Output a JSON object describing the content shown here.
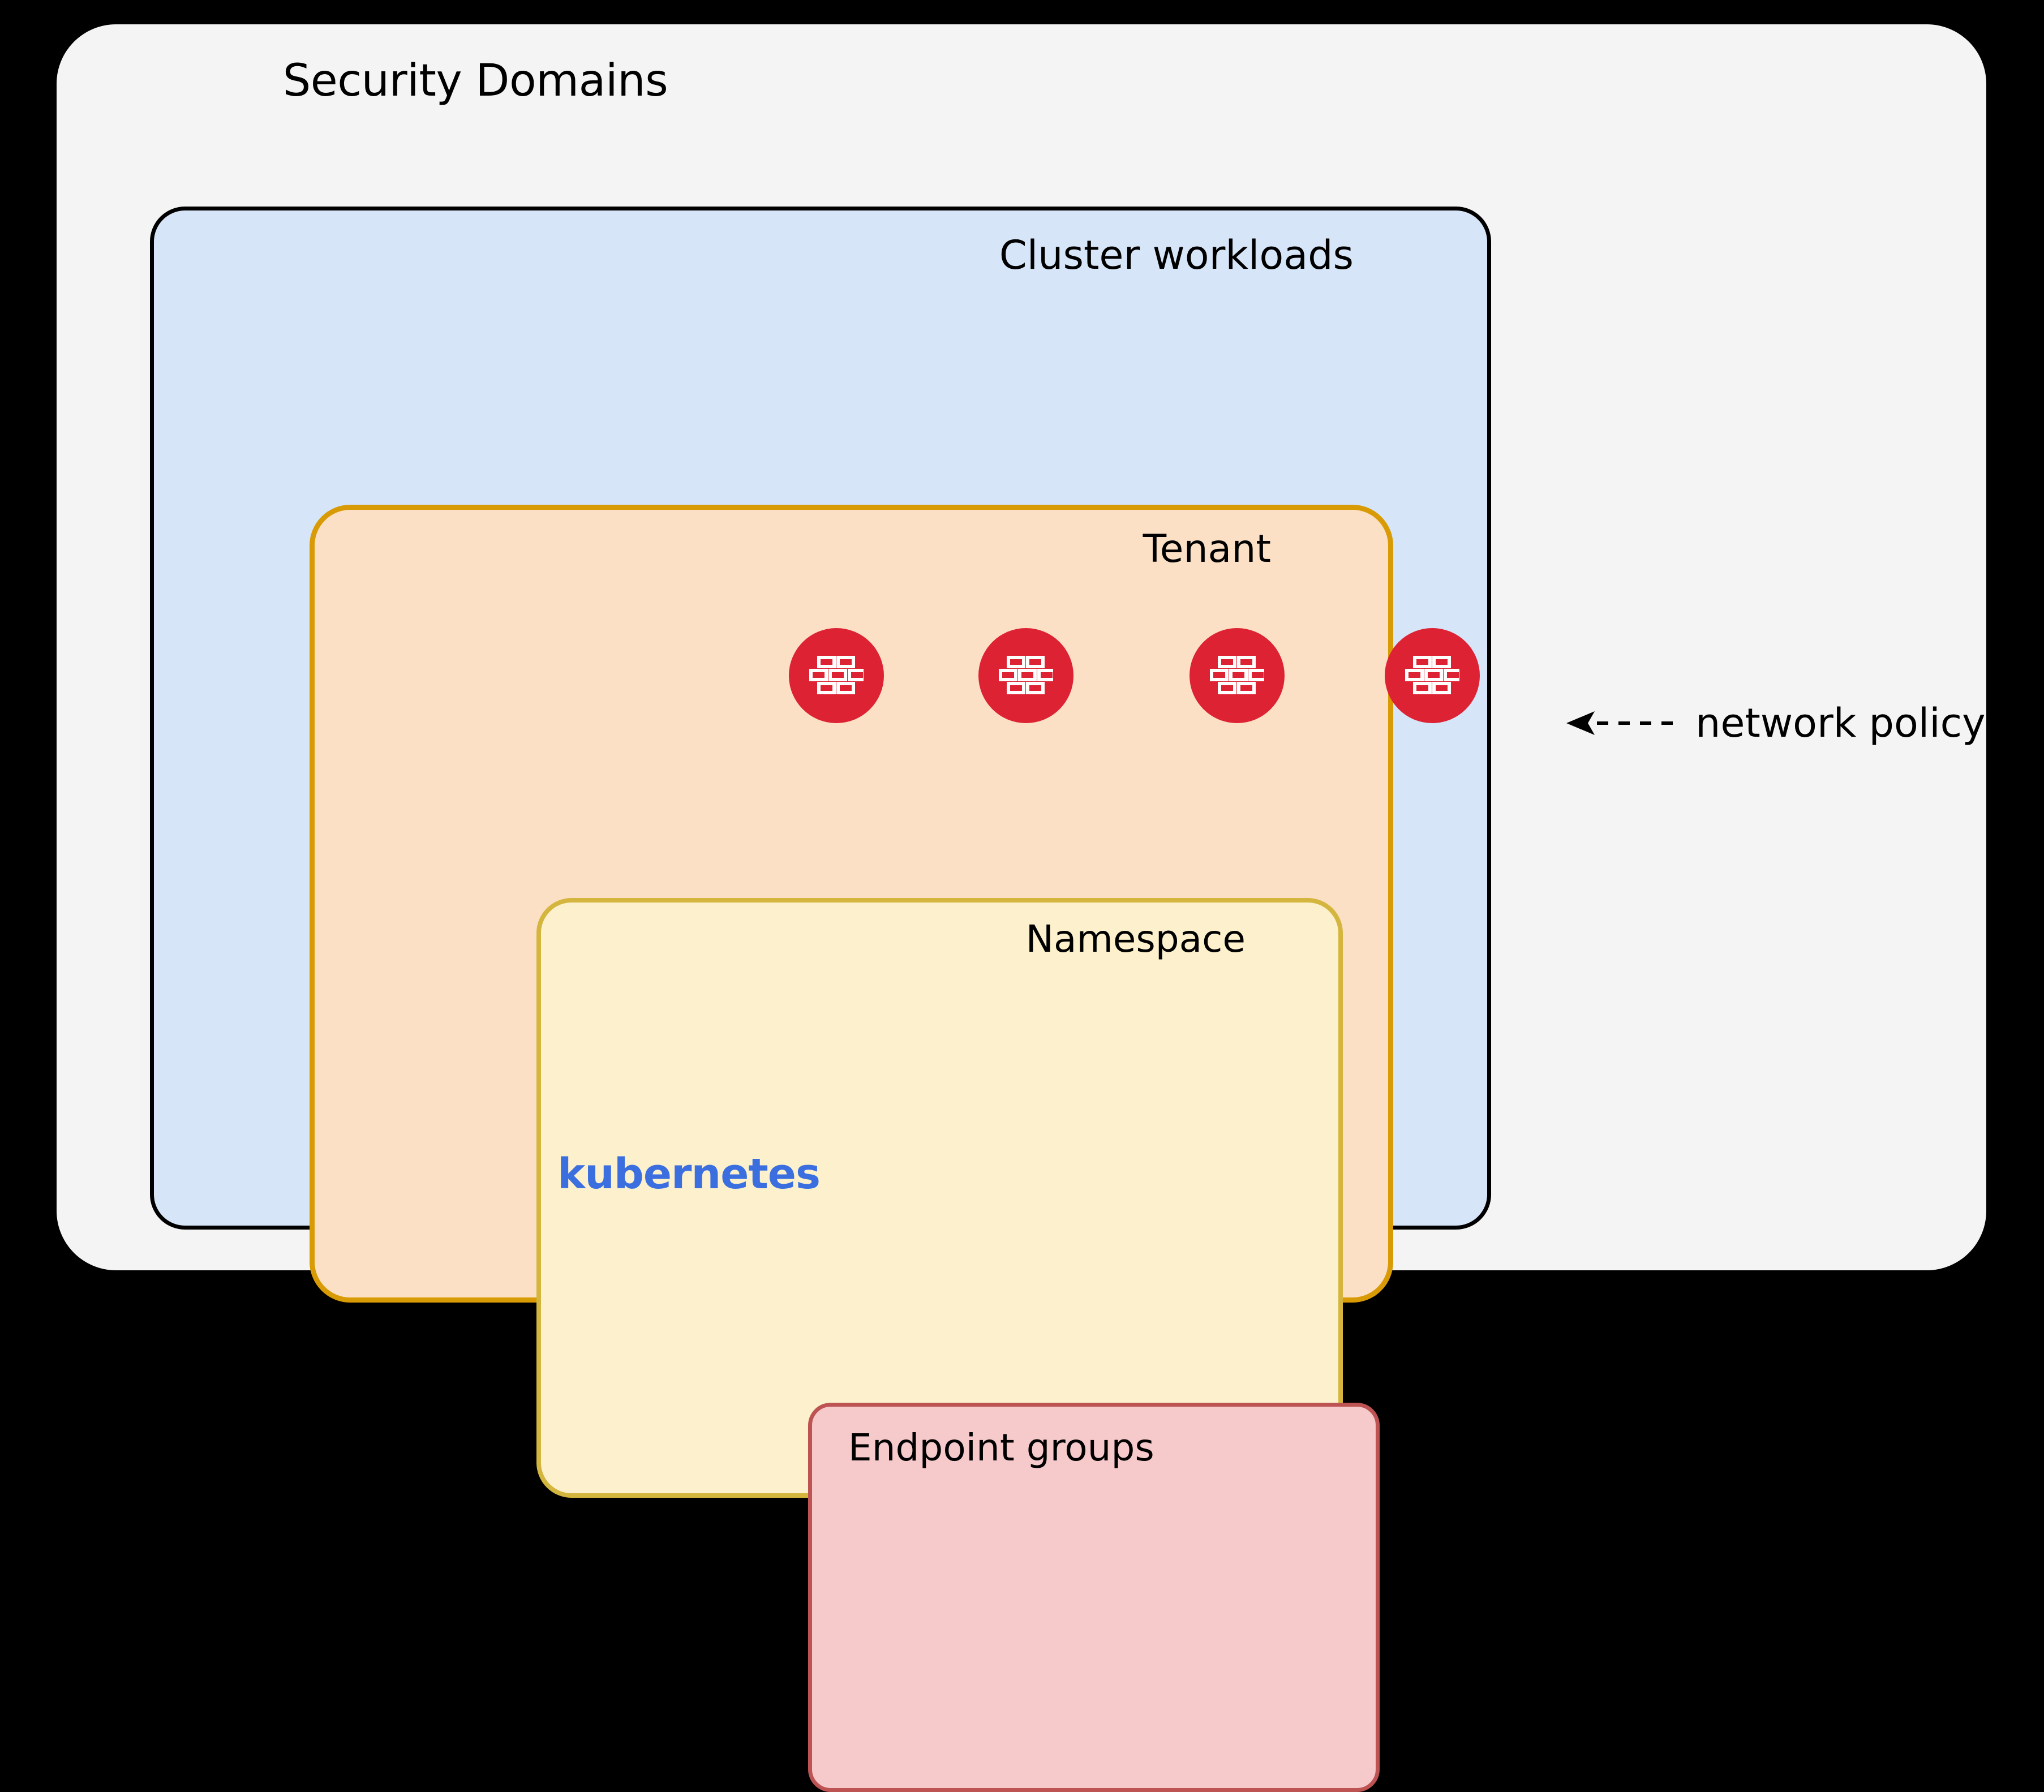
{
  "diagram": {
    "title": "Security Domains",
    "background_color": "#000000",
    "frame_color": "#f4f4f4"
  },
  "boxes": {
    "cluster": {
      "label": "Cluster workloads",
      "fill": "#d7e5f8",
      "border": "#000000",
      "brand_label": "kubernetes",
      "brand_color": "#3b6fe0"
    },
    "tenant": {
      "label": "Tenant",
      "fill": "#fce0c5",
      "border": "#d99b05"
    },
    "namespace": {
      "label": "Namespace",
      "fill": "#fdf1cd",
      "border": "#d4b63f"
    },
    "endpoint": {
      "label": "Endpoint groups",
      "fill": "#f6c9cb",
      "border": "#bd5353"
    }
  },
  "firewalls": {
    "icon": "firewall-brick-icon",
    "color": "#dc2233",
    "count": 4,
    "boundaries": [
      "endpoint-groups",
      "namespace",
      "tenant",
      "cluster-workloads"
    ]
  },
  "annotation": {
    "label": "network policy",
    "arrow": "dashed-arrow-left-icon"
  }
}
